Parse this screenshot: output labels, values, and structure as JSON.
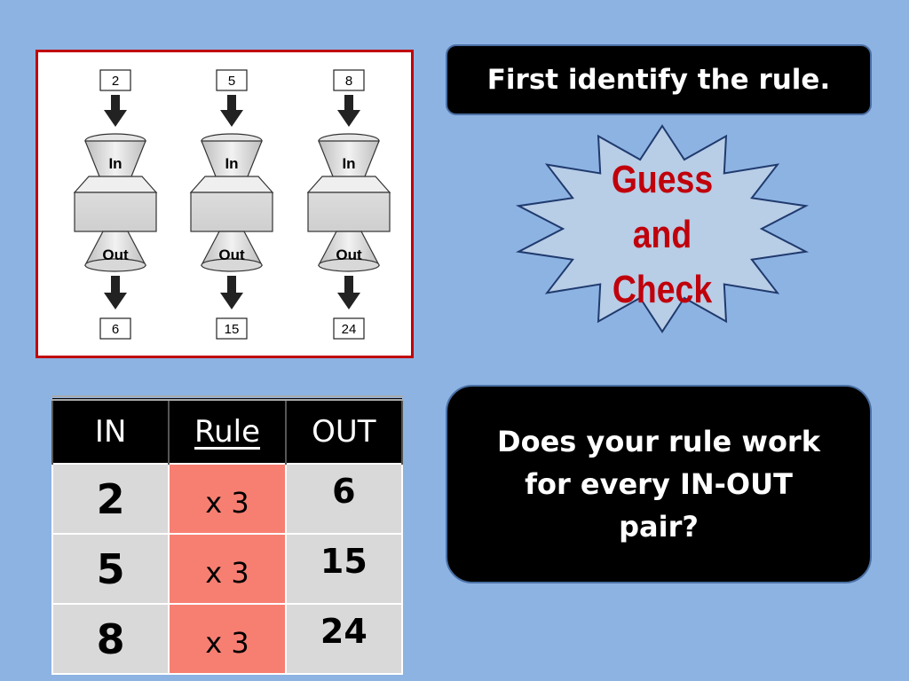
{
  "diagram": {
    "machines": [
      {
        "in": "2",
        "top_label": "In",
        "bottom_label": "Out",
        "out": "6"
      },
      {
        "in": "5",
        "top_label": "In",
        "bottom_label": "Out",
        "out": "15"
      },
      {
        "in": "8",
        "top_label": "In",
        "bottom_label": "Out",
        "out": "24"
      }
    ]
  },
  "callouts": {
    "top": "First identify the rule.",
    "bottom": "Does your rule work for every IN-OUT pair?"
  },
  "starburst": {
    "lines": [
      "Guess",
      "and",
      "Check"
    ],
    "fill_color": "#b8cde6",
    "text_color": "#c0000b"
  },
  "table": {
    "headers": {
      "in": "IN",
      "rule": "Rule",
      "out": "OUT"
    },
    "rows": [
      {
        "in": "2",
        "rule": "x 3",
        "out": "6"
      },
      {
        "in": "5",
        "rule": "x 3",
        "out": "15"
      },
      {
        "in": "8",
        "rule": "x 3",
        "out": "24"
      }
    ]
  },
  "colors": {
    "background": "#8db3e2",
    "frame_border": "#c0000b",
    "rule_cell": "#f77f72",
    "value_cell": "#d9d9d9"
  }
}
